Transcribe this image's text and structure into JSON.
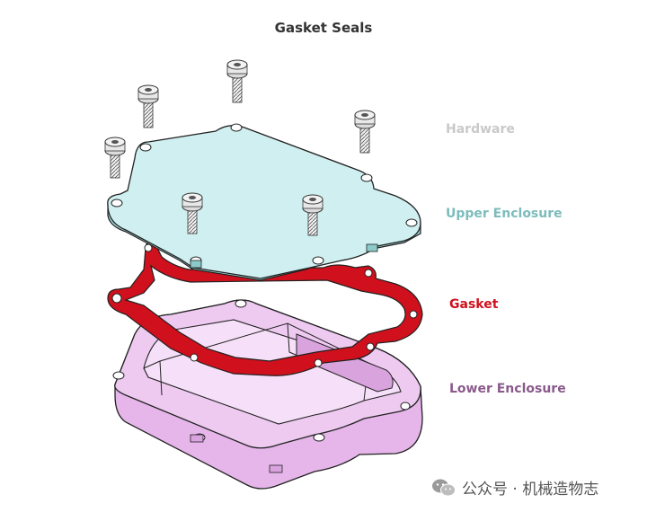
{
  "title": "Gasket Seals",
  "labels": {
    "hardware": "Hardware",
    "upper_enclosure": "Upper Enclosure",
    "gasket": "Gasket",
    "lower_enclosure": "Lower Enclosure"
  },
  "colors": {
    "hardware": "#c9c9c9",
    "upper_enclosure": "#7cbcbc",
    "gasket": "#d0101c",
    "lower_enclosure": "#8a5a8a",
    "upper_fill": "#cfeff0",
    "lower_fill": "#e6b6ea"
  },
  "watermark": {
    "text": "公众号 · 机械造物志",
    "icon": "wechat-icon"
  }
}
